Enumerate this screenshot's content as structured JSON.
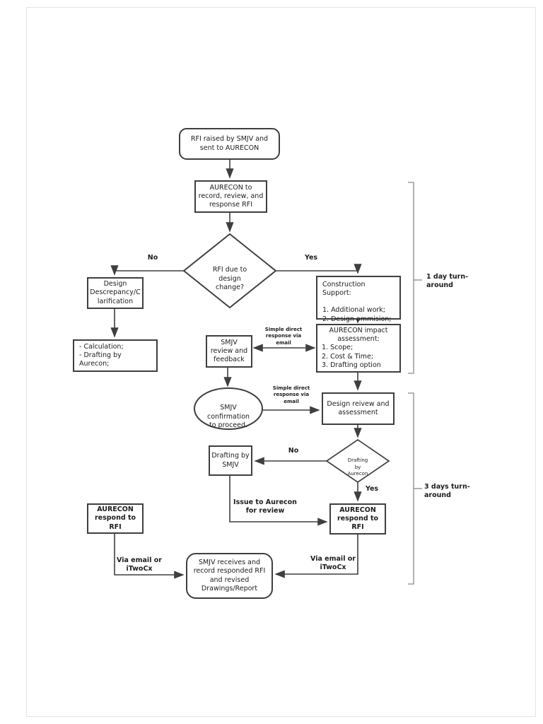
{
  "page": {
    "background": "#ffffff",
    "line_color": "#3f3f3f",
    "bracket_color": "#8a8a8a"
  },
  "nodes": {
    "start": {
      "text": "RFI raised by SMJV and\nsent to AURECON"
    },
    "record": {
      "text": "AURECON to\nrecord, review, and\nresponse RFI"
    },
    "decision_rfi": {
      "text": "RFI due to\ndesign\nchange?"
    },
    "design_discrepancy": {
      "text": "Design\nDescrepancy/C\nlarification"
    },
    "construction_support": {
      "text": "Construction Support:\n\n1. Additional work;\n2. Design ommision;"
    },
    "calculation": {
      "text": "- Calculation;\n- Drafting by Aurecon;"
    },
    "smjv_review": {
      "text": "SMJV\nreview and\nfeedback"
    },
    "impact": {
      "title": "AURECON impact\nassessment:",
      "items": "1. Scope;\n2. Cost & Time;\n3. Drafting option"
    },
    "confirmation": {
      "text": "SMJV\nconfirmation\nto proceed."
    },
    "design_review": {
      "text": "Design reivew and\nassessment"
    },
    "decision_drafting": {
      "text": "Drafting\nby\nAurecon"
    },
    "drafting_smjv": {
      "text": "Drafting by\nSMJV"
    },
    "respond_left": {
      "text": "AURECON\nrespond to RFI"
    },
    "respond_right": {
      "text": "AURECON\nrespond to RFI"
    },
    "end": {
      "text": "SMJV receives and\nrecord responded RFI\nand revised\nDrawings/Report"
    }
  },
  "labels": {
    "no1": "No",
    "yes1": "Yes",
    "simple_email_1": "Simple direct\nresponse via\nemail",
    "simple_email_2": "Simple direct\nresponse via\nemail",
    "no2": "No",
    "yes2": "Yes",
    "issue_to_aurecon": "Issue to Aurecon\nfor review",
    "via_email_left": "Via email or\niTwoCx",
    "via_email_right": "Via email or\niTwoCx",
    "turnaround_1day": "1 day turn-\naround",
    "turnaround_3days": "3 days turn-\naround"
  }
}
